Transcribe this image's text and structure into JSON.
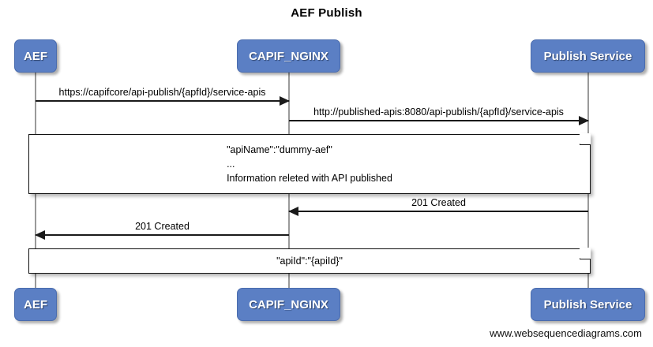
{
  "diagram": {
    "title": "AEF Publish",
    "watermark": "www.websequencediagrams.com",
    "accent_color": "#5b7fc4",
    "line_color": "#1a1a1a",
    "lifeline_color": "#9a9a9a"
  },
  "actors": [
    {
      "id": "aef",
      "label": "AEF"
    },
    {
      "id": "capif_nginx",
      "label": "CAPIF_NGINX"
    },
    {
      "id": "publish_service",
      "label": "Publish Service"
    }
  ],
  "messages": [
    {
      "id": "m1",
      "label": "https://capifcore/api-publish/{apfId}/service-apis",
      "from": "aef",
      "to": "capif_nginx",
      "direction": "right"
    },
    {
      "id": "m2",
      "label": "http://published-apis:8080/api-publish/{apfId}/service-apis",
      "from": "capif_nginx",
      "to": "publish_service",
      "direction": "right"
    },
    {
      "id": "m3",
      "label": "201 Created",
      "from": "publish_service",
      "to": "capif_nginx",
      "direction": "left"
    },
    {
      "id": "m4",
      "label": "201 Created",
      "from": "capif_nginx",
      "to": "aef",
      "direction": "left"
    }
  ],
  "notes": [
    {
      "id": "note1",
      "line1": "\"apiName\":\"dummy-aef\"",
      "line2": "...",
      "line3": "Information releted with API published"
    },
    {
      "id": "note2",
      "line1": "\"apiId\":\"{apiId}\""
    }
  ]
}
